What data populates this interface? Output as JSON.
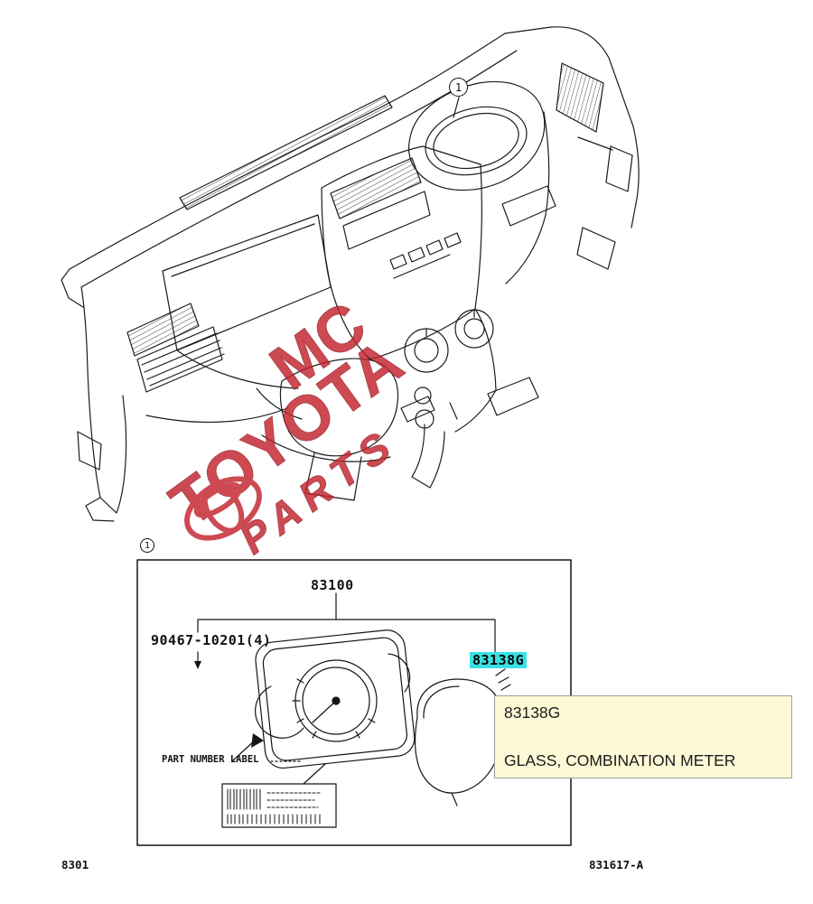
{
  "watermark": {
    "line1": "MC",
    "line2": "TOYOTA",
    "line3": "PARTS"
  },
  "diagram": {
    "callout_1": "1",
    "detail_box_ref": "1"
  },
  "labels": {
    "cluster_assembly": "83100",
    "screw": "90467-10201(4)",
    "glass_code": "83138G",
    "part_number_label": "PART NUMBER LABEL"
  },
  "tooltip": {
    "code": "83138G",
    "name": "GLASS, COMBINATION METER"
  },
  "footer": {
    "page_code": "8301",
    "figure_code": "831617-A"
  },
  "colors": {
    "highlight": "#38e2e3",
    "tooltip_bg": "#fdf8d5",
    "watermark": "#c4232e",
    "line": "#1c1c1c"
  }
}
